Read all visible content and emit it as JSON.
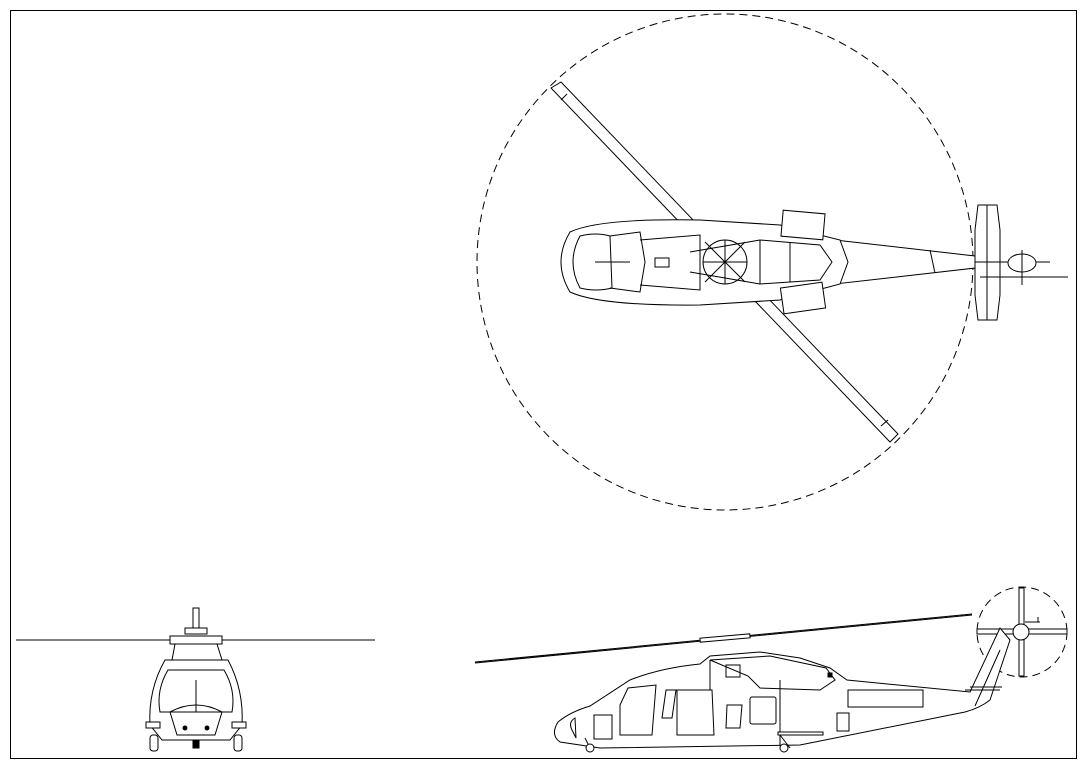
{
  "drawing": {
    "views": [
      "top-view",
      "front-view",
      "side-view"
    ],
    "colors": {
      "line": "#000000",
      "background": "#ffffff"
    }
  }
}
